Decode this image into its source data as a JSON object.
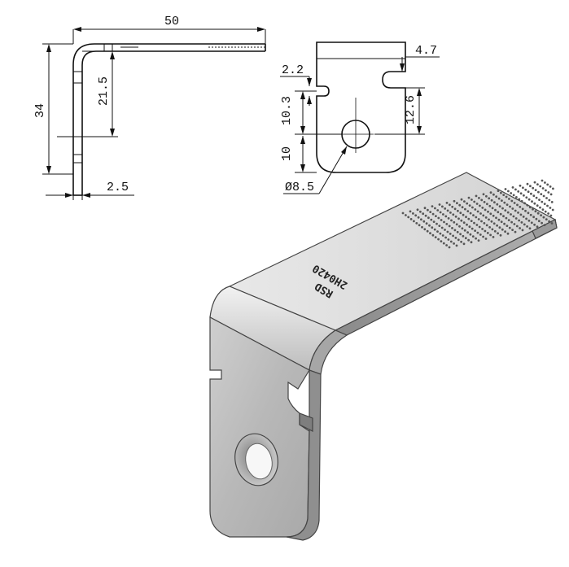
{
  "side_view": {
    "overall_width": "50",
    "height_total": "34",
    "height_slot": "21.5",
    "thickness": "2.5"
  },
  "front_view": {
    "slot_top": "2.2",
    "slot_right": "4.7",
    "slot_to_hole": "10.3",
    "hole_to_bottom": "10",
    "right_slot_to_hole": "12.6",
    "hole_diameter": "Ø8.5"
  },
  "iso_view": {
    "engraving_line1": "RSD",
    "engraving_line2": "2Н0420"
  }
}
